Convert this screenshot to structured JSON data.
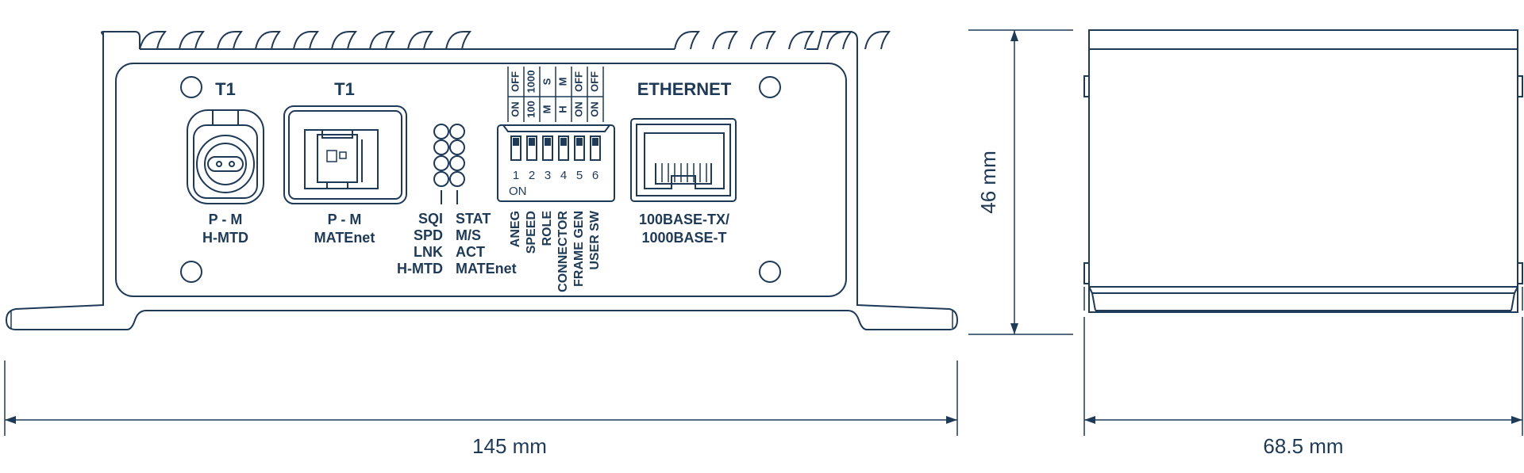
{
  "front_panel": {
    "port_h_mtd": {
      "header": "T1",
      "line1": "P - M",
      "line2": "H-MTD"
    },
    "port_matenet": {
      "header": "T1",
      "line1": "P - M",
      "line2": "MATEnet"
    },
    "led_left_labels": [
      "SQI",
      "SPD",
      "LNK",
      "H-MTD"
    ],
    "led_right_labels": [
      "STAT",
      "M/S",
      "ACT",
      "MATEnet"
    ],
    "dip": {
      "off_row": [
        "OFF",
        "1000",
        "S",
        "M",
        "OFF",
        "OFF"
      ],
      "on_row": [
        "ON",
        "100",
        "M",
        "H",
        "ON",
        "ON"
      ],
      "numbers": [
        "1",
        "2",
        "3",
        "4",
        "5",
        "6"
      ],
      "on_label": "ON",
      "functions": [
        "ANEG",
        "SPEED",
        "ROLE",
        "CONNECTOR",
        "FRAME GEN",
        "USER SW"
      ]
    },
    "ethernet": {
      "header": "ETHERNET",
      "line1": "100BASE-TX/",
      "line2": "1000BASE-T"
    }
  },
  "dimensions": {
    "width": "145 mm",
    "height": "46 mm",
    "depth": "68.5 mm"
  },
  "colors": {
    "stroke": "#1f3a56",
    "background": "#ffffff"
  }
}
